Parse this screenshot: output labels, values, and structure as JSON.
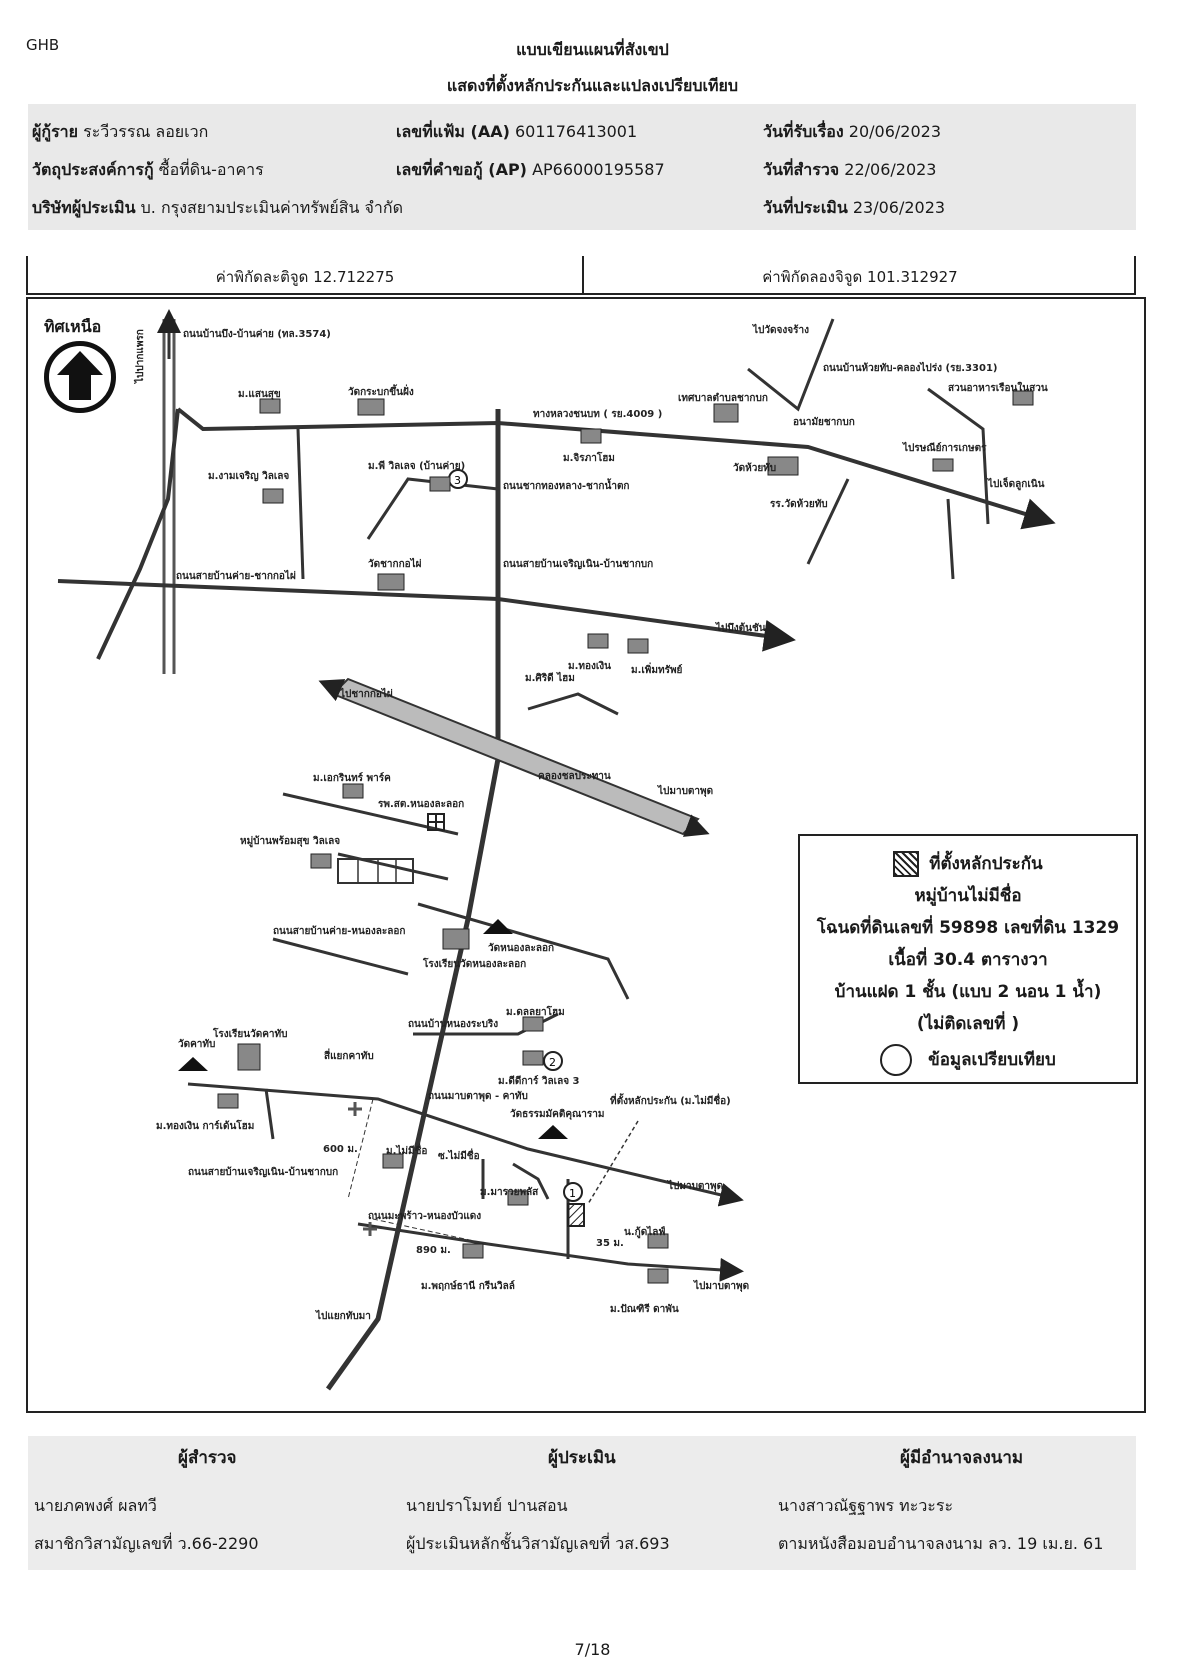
{
  "header": {
    "brand": "GHB",
    "title_line1": "แบบเขียนแผนที่สังเขป",
    "title_line2": "แสดงที่ตั้งหลักประกันและแปลงเปรียบเทียบ"
  },
  "info": {
    "borrower_label": "ผู้กู้ราย",
    "borrower_value": "ระวีวรรณ ลอยเวก",
    "file_no_label": "เลขที่แฟ้ม (AA)",
    "file_no_value": "601176413001",
    "received_label": "วันที่รับเรื่อง",
    "received_value": "20/06/2023",
    "purpose_label": "วัตถุประสงค์การกู้",
    "purpose_value": "ซื้อที่ดิน-อาคาร",
    "request_no_label": "เลขที่คำขอกู้ (AP)",
    "request_no_value": "AP66000195587",
    "survey_label": "วันที่สำรวจ",
    "survey_value": "22/06/2023",
    "company_label": "บริษัทผู้ประเมิน",
    "company_value": "บ. กรุงสยามประเมินค่าทรัพย์สิน จำกัด",
    "appraisal_label": "วันที่ประเมิน",
    "appraisal_value": "23/06/2023"
  },
  "coords": {
    "latitude": "ค่าพิกัดละติจูด 12.712275",
    "longitude": "ค่าพิกัดลองจิจูด 101.312927"
  },
  "map": {
    "north_label": "ทิศเหนือ",
    "labels": {
      "l1": "ไปปากแพรก",
      "l2": "ถนนบ้านบึง-บ้านค่าย (ทล.3574)",
      "l3": "ไปวัดจงจร้าง",
      "l4": "ถนนบ้านห้วยทับ-คลองไปร่ง (รย.3301)",
      "l5": "สวนอาหารเรือนในสวน",
      "l6": "ม.แสนสุข",
      "l7": "วัดกระบกขึ้นฝั่ง",
      "l8": "ทางหลวงชนบท ( รย.4009 )",
      "l9": "เทศบาลตำบลชากบก",
      "l10": "อนามัยชากบก",
      "l11": "ม.จิรภาโฮม",
      "l12": "วัดห้วยทับ",
      "l13": "ไปรษณีย์การเกษตร",
      "l14": "ไปเจ็ดลูกเนิน",
      "l15": "ม.งามเจริญ วิลเลจ",
      "l16": "ม.พี วิลเลจ (บ้านค่าย)",
      "l17": "ถนนชากทองหลาง-ชากน้ำตก",
      "l18": "รร.วัดห้วยทับ",
      "l19": "ถนนสายบ้านค่าย-ชากกอไผ่",
      "l20": "วัดชากกอไผ่",
      "l21": "ถนนสายบ้านเจริญเนิน-บ้านชากบก",
      "l22": "ไปบึงต้นชัน",
      "l23": "ม.ทองเงิน",
      "l24": "ม.เพิ่มทรัพย์",
      "l25": "ม.ศิริดี ไฮม",
      "l26": "ไปชากกอไผ่",
      "l27": "คลองชลประทาน",
      "l28": "ไปมาบตาพุด",
      "l29": "ม.เอกรินทร์ พาร์ค",
      "l30": "รพ.สต.หนองละลอก",
      "l31": "หมู่บ้านพร้อมสุข วิลเลจ",
      "l32": "ถนนสายบ้านค่าย-หนองละลอก",
      "l33": "วัดหนองละลอก",
      "l34": "โรงเรียนวัดหนองละลอก",
      "l35": "ถนนบ้านหนองระบริง",
      "l36": "ม.ดลลยาโฮม",
      "l37": "วัดคาทับ",
      "l38": "โรงเรียนวัดคาทับ",
      "l39": "สี่แยกคาทับ",
      "l40": "ม.ดีดีการ์ วิลเลจ 3",
      "l41": "ถนนมาบตาพุด - คาทับ",
      "l42": "วัดธรรมมัคติคุณาราม",
      "l43": "ที่ตั้งหลักประกัน (ม.ไม่มีชื่อ)",
      "l44": "ม.ทองเงิน การ์เด้นโฮม",
      "l45": "600 ม.",
      "l46": "ม.ไม่มีชื่อ",
      "l47": "ซ.ไม่มีชื่อ",
      "l48": "ถนนสายบ้านเจริญเนิน-บ้านชากบก",
      "l49": "ม.มารวยพลัส",
      "l50": "ไปมาบตาพุด",
      "l51": "ถนนมะพร้าว-หนองบัวแดง",
      "l52": "890 ม.",
      "l53": "35 ม.",
      "l54": "น.กู้ดไลฟ์",
      "l55": "ม.พฤกษ์ธานี กรีนวิลล์",
      "l56": "ไปมาบตาพุด",
      "l57": "ม.ปัณฑิรี ดาพัน",
      "l58": "ไปแยกทับมา"
    }
  },
  "legend": {
    "line1": "ที่ตั้งหลักประกัน",
    "line2": "หมู่บ้านไม่มีชื่อ",
    "line3": "โฉนดที่ดินเลขที่ 59898 เลขที่ดิน 1329",
    "line4": "เนื้อที่ 30.4 ตารางวา",
    "line5": "บ้านแฝด 1 ชั้น (แบบ 2 นอน 1 น้ำ)",
    "line6": "(ไม่ติดเลขที่ )",
    "line7": "ข้อมูลเปรียบเทียบ"
  },
  "signatures": {
    "surveyor_title": "ผู้สำรวจ",
    "surveyor_name": "นายภคพงศ์ ผลทวี",
    "surveyor_member": "สมาชิกวิสามัญเลขที่ ว.66-2290",
    "appraiser_title": "ผู้ประเมิน",
    "appraiser_name": "นายปราโมทย์ ปานสอน",
    "appraiser_member": "ผู้ประเมินหลักชั้นวิสามัญเลขที่ วส.693",
    "signer_title": "ผู้มีอำนาจลงนาม",
    "signer_name": "นางสาวณัฐฐาพร ทะวะระ",
    "signer_note": "ตามหนังสือมอบอำนาจลงนาม ลว. 19 เม.ย. 61"
  },
  "footer": {
    "page": "7/18"
  }
}
